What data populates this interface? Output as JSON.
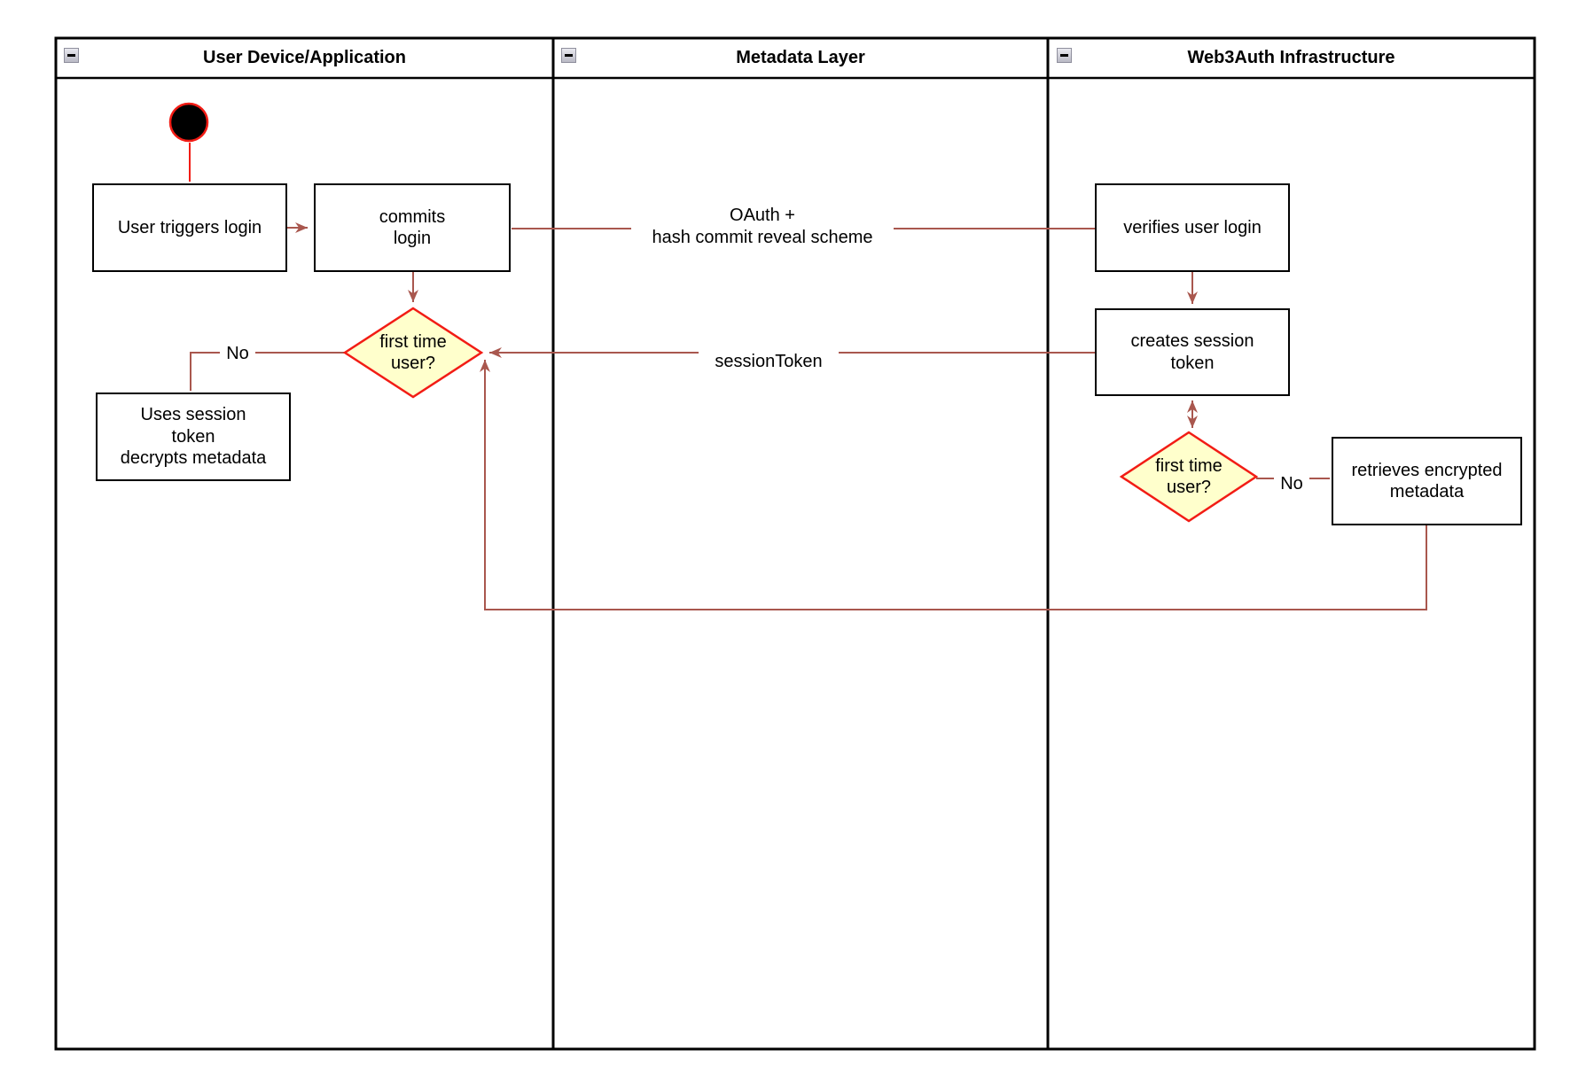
{
  "colors": {
    "connector": "#a9574e",
    "red": "#f21c15",
    "decision_fill": "#ffffcc"
  },
  "lanes": [
    {
      "title": "User Device/Application"
    },
    {
      "title": "Metadata Layer"
    },
    {
      "title": "Web3Auth Infrastructure"
    }
  ],
  "icons": {
    "collapse_glyph": "collapse-minus"
  },
  "nodes": {
    "user_triggers_login": "User triggers login",
    "commits_login": "commits\nlogin",
    "first_time_user_1": "first time\nuser?",
    "uses_session_token": "Uses session\ntoken\ndecrypts metadata",
    "verifies_user_login": "verifies user login",
    "creates_session_token": "creates session\ntoken",
    "first_time_user_2": "first time\nuser?",
    "retrieves_encrypted_metadata": "retrieves encrypted\nmetadata"
  },
  "edge_labels": {
    "oauth": "OAuth +\nhash commit reveal scheme",
    "session_token": "sessionToken",
    "no_1": "No",
    "no_2": "No"
  }
}
